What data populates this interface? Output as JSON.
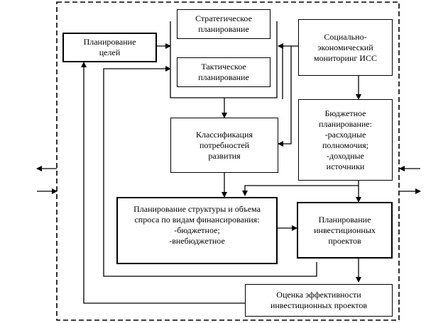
{
  "blocks": {
    "strategic": "Стратегическое\nпланирование",
    "goals": "Планирование\nцелей",
    "monitoring": "Социально-\nэкономический\nмониторинг ИСС",
    "tactical": "Тактическое\nпланирование",
    "classification": "Классификация\nпотребностей\nразвития",
    "budget": {
      "lines": [
        "Бюджетное",
        "планирование:",
        "-расходные",
        "полномочия;",
        "-доходные",
        "источники"
      ]
    },
    "structure": {
      "lines": [
        "Планирование структуры и объема",
        "спроса по видам финансирования:",
        "-бюджетное;",
        "-внебюджетное"
      ]
    },
    "invest": "Планирование\nинвестиционных\nпроектов",
    "efficiency": "Оценка эффективности\nинвестиционных проектов"
  },
  "colors": {
    "line": "#000000",
    "background": "#ffffff"
  }
}
